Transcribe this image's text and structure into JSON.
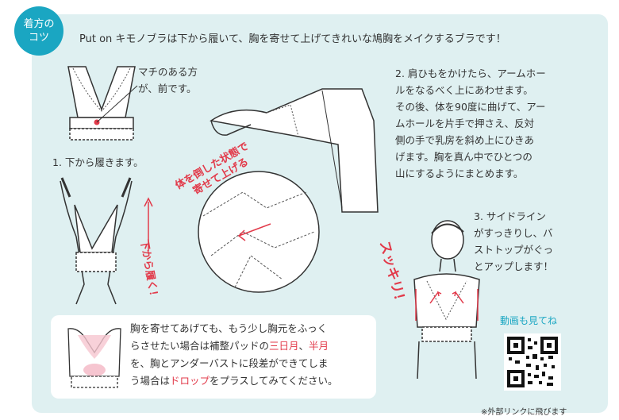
{
  "badge": {
    "line1": "着方の",
    "line2": "コツ"
  },
  "intro": "Put on キモノブラは下から履いて、胸を寄せて上げてきれいな鳩胸をメイクするブラです！",
  "gusset_note": {
    "line1": "マチのある方",
    "line2": "が、前です。"
  },
  "step1": "1. 下から履きます。",
  "up_label": "下から履く！",
  "lean_label": {
    "line1": "体を倒した状態で",
    "line2": "寄せて上げる"
  },
  "step2": {
    "lines": [
      "2. 肩ひもをかけたら、アームホー",
      "ルをなるべく上にあわせます。",
      "その後、体を90度に曲げて、アー",
      "ムホールを片手で押さえ、反対",
      "側の手で乳房を斜め上にひきあ",
      "げます。胸を真ん中でひとつの",
      "山にするようにまとめます。"
    ]
  },
  "step3": {
    "lines": [
      "3. サイドライン",
      "がすっきりし、バ",
      "ストトップがぐっ",
      "とアップします！"
    ]
  },
  "sukkiri": "スッキリ！",
  "tip": {
    "l1": "胸を寄せてあげても、もう少し胸元をふっく",
    "l2a": "らさせたい場合は補整パッドの",
    "l2b": "三日月",
    "l2c": "、",
    "l2d": "半月",
    "l3": "を、胸とアンダーバストに段差ができてしま",
    "l4a": "う場合は",
    "l4b": "ドロップ",
    "l4c": "をプラスしてみてください。"
  },
  "movie": "動画も見てね",
  "link_note": "※外部リンクに飛びます",
  "colors": {
    "accent": "#1aa6c2",
    "panel": "#dff0f1",
    "red": "#e23a4a"
  }
}
